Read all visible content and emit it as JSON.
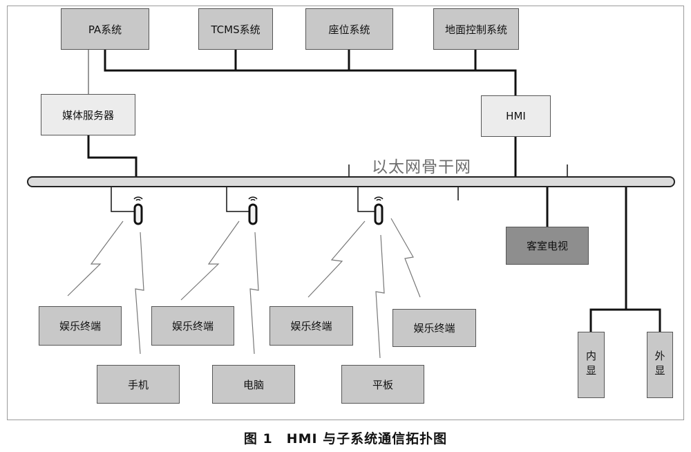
{
  "systems": {
    "pa": "PA系统",
    "tcms": "TCMS系统",
    "seat": "座位系统",
    "ground": "地面控制系统"
  },
  "media_server": "媒体服务器",
  "hmi": "HMI",
  "backbone_label": "以太网骨干网",
  "cabin_tv": "客室电视",
  "display_inner": "内显",
  "display_outer": "外显",
  "terminals": {
    "entertainment_1": "娱乐终端",
    "entertainment_2": "娱乐终端",
    "entertainment_3": "娱乐终端",
    "entertainment_4": "娱乐终端",
    "phone": "手机",
    "computer": "电脑",
    "tablet": "平板"
  },
  "caption": "图 1　HMI 与子系统通信拓扑图"
}
